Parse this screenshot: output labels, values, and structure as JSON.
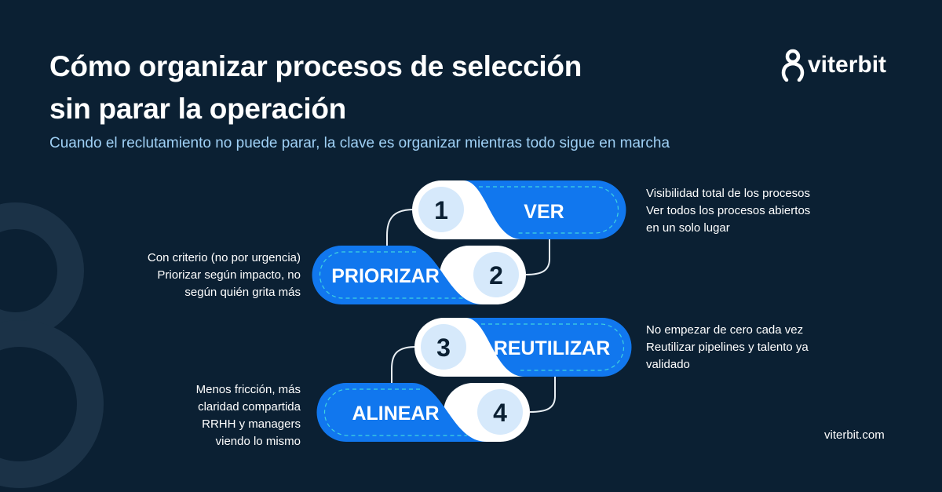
{
  "header": {
    "title_line1": "Cómo organizar procesos de selección",
    "title_line2": "sin parar la operación",
    "subtitle": "Cuando el reclutamiento no puede parar, la clave es organizar mientras todo sigue en marcha"
  },
  "logo": {
    "text": "viterbit"
  },
  "steps": [
    {
      "number": "1",
      "label": "VER",
      "desc": [
        "Visibilidad total de los procesos",
        "Ver todos los procesos abiertos",
        "en un solo lugar"
      ]
    },
    {
      "number": "2",
      "label": "PRIORIZAR",
      "desc": [
        "Con criterio (no por urgencia)",
        "Priorizar según impacto, no",
        "según quién grita más"
      ]
    },
    {
      "number": "3",
      "label": "REUTILIZAR",
      "desc": [
        "No empezar de cero cada vez",
        "Reutilizar pipelines y talento ya",
        "validado"
      ]
    },
    {
      "number": "4",
      "label": "ALINEAR",
      "desc": [
        "Menos fricción, más",
        "claridad compartida",
        "RRHH y managers",
        "viendo lo mismo"
      ]
    }
  ],
  "footer": {
    "site": "viterbit.com"
  },
  "colors": {
    "background": "#0b2033",
    "pill": "#1177ee",
    "circle": "#d6e9fb",
    "dash": "#3fd4e0"
  }
}
